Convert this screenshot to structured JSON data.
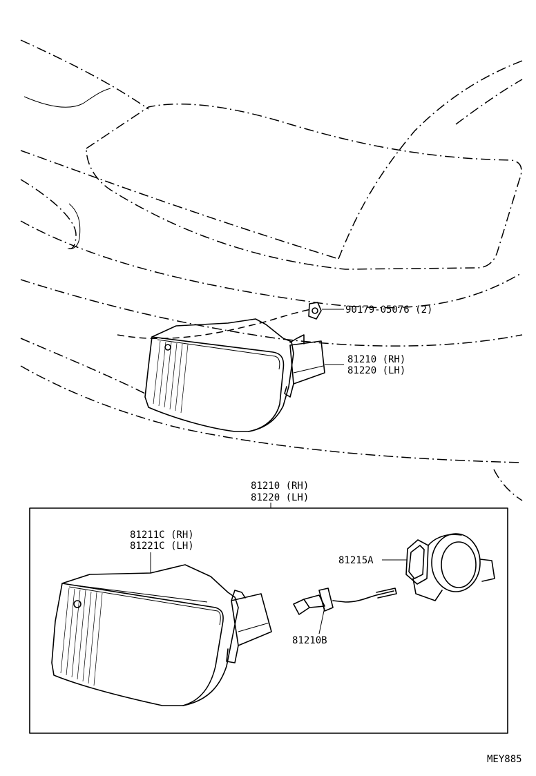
{
  "labels": {
    "bolt": "90179-05076 (2)",
    "lamp_rh": "81210 (RH)",
    "lamp_lh": "81220 (LH)",
    "box_rh": "81210 (RH)",
    "box_lh": "81220 (LH)",
    "lens_rh": "81211C (RH)",
    "lens_lh": "81221C (LH)",
    "socket": "81215A",
    "bulb": "81210B",
    "drawing_code": "MEY885"
  }
}
